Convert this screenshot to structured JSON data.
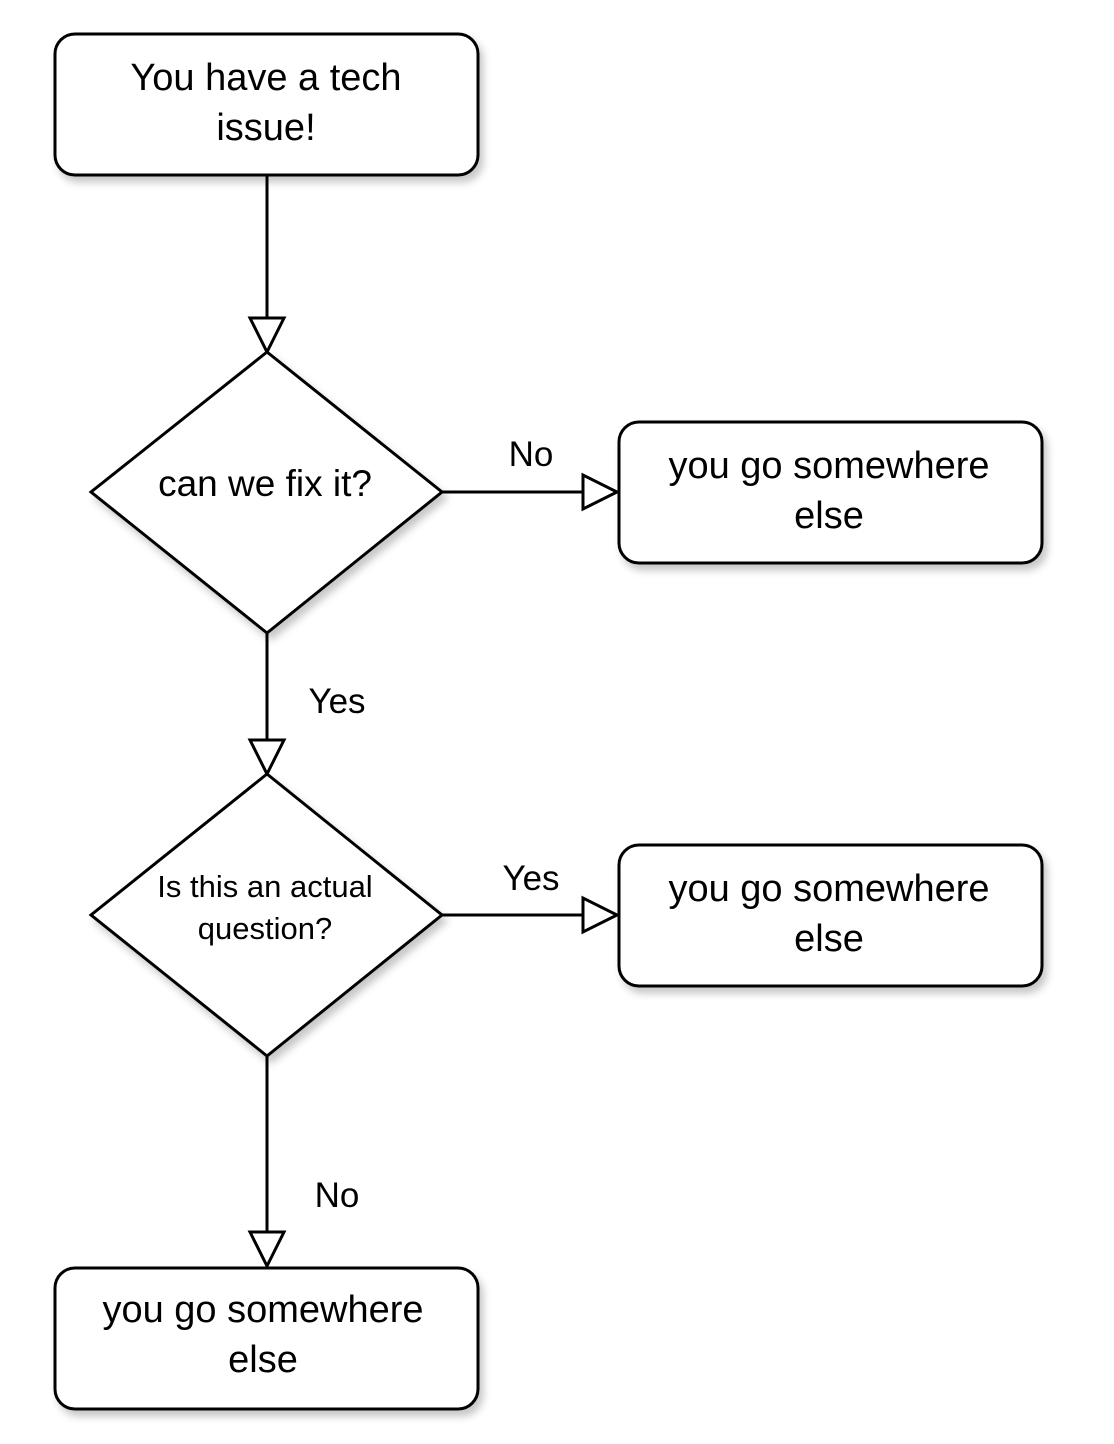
{
  "nodes": {
    "start": {
      "lines": [
        "You have a tech",
        "issue!"
      ]
    },
    "decision_fix": {
      "lines": [
        "can we fix it?"
      ]
    },
    "decision_actual": {
      "lines": [
        "Is this an actual",
        "question?"
      ]
    },
    "end_right_1": {
      "lines": [
        "you go somewhere",
        "else"
      ]
    },
    "end_right_2": {
      "lines": [
        "you go somewhere",
        "else"
      ]
    },
    "end_bottom": {
      "lines": [
        "you go somewhere",
        "else"
      ]
    }
  },
  "edges": {
    "fix_no": {
      "label": "No"
    },
    "fix_yes": {
      "label": "Yes"
    },
    "actual_yes": {
      "label": "Yes"
    },
    "actual_no": {
      "label": "No"
    }
  }
}
